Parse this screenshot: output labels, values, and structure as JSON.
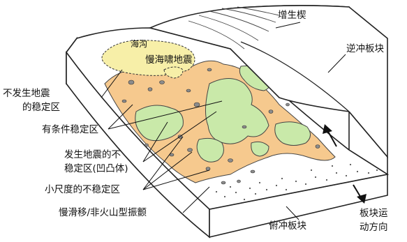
{
  "labels": {
    "zengsheng_xie": "增生楔",
    "nichong_bankuai": "逆冲板块",
    "haigou": "海沟",
    "man_haixiao_dizhen": "慢海啸地震",
    "bufasheng_line1": "不发生地震",
    "bufasheng_line2": "的稳定区",
    "youtiaojian": "有条件稳定区",
    "fasheng_line1": "发生地震的不",
    "fasheng_line2": "稳定区(凹凸体)",
    "xiaochidu": "小尺度的不稳定区",
    "manhuayi": "慢滑移/非火山型振颤",
    "fuchong_bankuai": "俯冲板块",
    "bankuai_yundong_line1": "板块运",
    "bankuai_yundong_line2": "动方向"
  },
  "colors": {
    "conditional_zone": "#f6c98e",
    "unstable_zone": "#c9e9a9",
    "tsunami_zone": "#f7efa8",
    "outline": "#222222",
    "pebbles": "#8c8c8c"
  }
}
